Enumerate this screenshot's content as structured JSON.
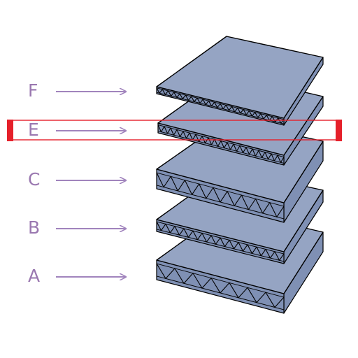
{
  "colors": {
    "label": "#9a78b0",
    "arrow": "#a184bd",
    "board_top": "#95a4c3",
    "board_side": "#7f90b4",
    "flute_fill": "#6f82aa",
    "outline": "#000000",
    "highlight": "#e5202a"
  },
  "layers": [
    {
      "id": "F",
      "label": "F"
    },
    {
      "id": "E",
      "label": "E"
    },
    {
      "id": "C",
      "label": "C"
    },
    {
      "id": "B",
      "label": "B"
    },
    {
      "id": "A",
      "label": "A"
    }
  ],
  "highlighted_layer": "E"
}
